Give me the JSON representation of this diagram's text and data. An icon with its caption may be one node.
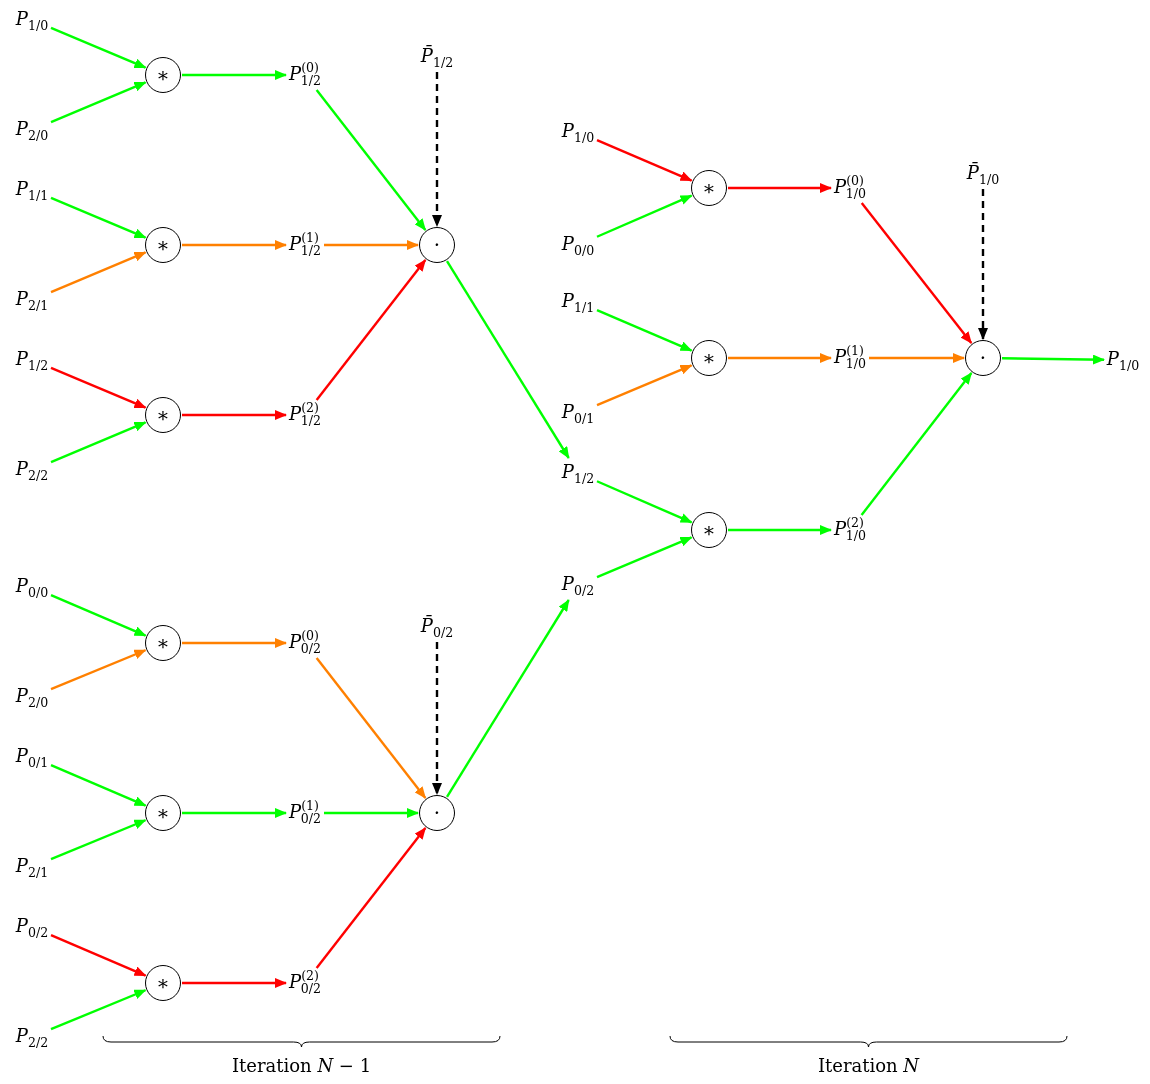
{
  "diagram": {
    "nodes": [
      {
        "text": [
          "*P*$_{1/0}$"
        ]
      },
      {
        "text": [
          "*P*$_{2/0}$"
        ]
      },
      {
        "text": [
          "∗"
        ]
      },
      {
        "text": [
          "*P*$^{(0)}$$_{1/2}$"
        ]
      },
      {
        "text": [
          "*P*$_{1/1}$"
        ]
      },
      {
        "text": [
          "*P*$_{2/1}$"
        ]
      },
      {
        "text": [
          "∗"
        ]
      },
      {
        "text": [
          "*P*$^{(1)}$$_{1/2}$"
        ]
      },
      {
        "text": [
          "*P*$_{1/2}$"
        ]
      },
      {
        "text": [
          "*P*$_{2/2}$"
        ]
      },
      {
        "text": [
          "∗"
        ]
      },
      {
        "text": [
          "*P*$^{(2)}$$_{1/2}$"
        ]
      },
      {
        "text": [
          "*P̄*$_{1/2}$"
        ]
      },
      {
        "text": [
          "·"
        ]
      },
      {
        "text": [
          "*P*$_{0/0}$"
        ]
      },
      {
        "text": [
          "*P*$_{2/0}$"
        ]
      },
      {
        "text": [
          "∗"
        ]
      },
      {
        "text": [
          "*P*$^{(0)}$$_{0/2}$"
        ]
      },
      {
        "text": [
          "*P*$_{0/1}$"
        ]
      },
      {
        "text": [
          "*P*$_{2/1}$"
        ]
      },
      {
        "text": [
          "∗"
        ]
      },
      {
        "text": [
          "*P*$^{(1)}$$_{0/2}$"
        ]
      },
      {
        "text": [
          "*P*$_{0/2}$"
        ]
      },
      {
        "text": [
          "*P*$_{2/2}$"
        ]
      },
      {
        "text": [
          "∗"
        ]
      },
      {
        "text": [
          "*P*$^{(2)}$$_{0/2}$"
        ]
      },
      {
        "text": [
          "*P̄*$_{0/2}$"
        ]
      },
      {
        "text": [
          "·"
        ]
      },
      {
        "text": [
          "*P*$_{1/0}$"
        ]
      },
      {
        "text": [
          "*P*$_{0/0}$"
        ]
      },
      {
        "text": [
          "∗"
        ]
      },
      {
        "text": [
          "*P*$^{(0)}$$_{1/0}$"
        ]
      },
      {
        "text": [
          "*P*$_{1/1}$"
        ]
      },
      {
        "text": [
          "*P*$_{0/1}$"
        ]
      },
      {
        "text": [
          "∗"
        ]
      },
      {
        "text": [
          "*P*$^{(1)}$$_{1/0}$"
        ]
      },
      {
        "text": [
          "*P*$_{1/2}$"
        ]
      },
      {
        "text": [
          "*P*$_{0/2}$"
        ]
      },
      {
        "text": [
          "∗"
        ]
      },
      {
        "text": [
          "*P*$^{(2)}$$_{1/0}$"
        ]
      },
      {
        "text": [
          "*P̄*$_{1/0}$"
        ]
      },
      {
        "text": [
          "·"
        ]
      },
      {
        "text": [
          "*P*$_{1/0}$"
        ]
      }
    ],
    "edges": [
      {
        "from": 0,
        "to": 2,
        "arrow": "to"
      },
      {
        "from": 1,
        "to": 2,
        "arrow": "to"
      },
      {
        "from": 2,
        "to": 3,
        "arrow": "to"
      },
      {
        "from": 3,
        "to": 13,
        "arrow": "to"
      },
      {
        "from": 4,
        "to": 6,
        "arrow": "to"
      },
      {
        "from": 5,
        "to": 6,
        "arrow": "to",
        "color": "#ff8000"
      },
      {
        "from": 6,
        "to": 7,
        "arrow": "to",
        "color": "#ff8000"
      },
      {
        "from": 7,
        "to": 13,
        "arrow": "to",
        "color": "#ff8000"
      },
      {
        "from": 8,
        "to": 10,
        "arrow": "to",
        "color": "#ff0000"
      },
      {
        "from": 9,
        "to": 10,
        "arrow": "to"
      },
      {
        "from": 10,
        "to": 11,
        "arrow": "to",
        "color": "#ff0000"
      },
      {
        "from": 11,
        "to": 13,
        "arrow": "to",
        "color": "#ff0000"
      },
      {
        "from": 12,
        "to": 13,
        "arrow": "to",
        "style": "dashed",
        "color": "#000000"
      },
      {
        "from": 13,
        "to": 36,
        "arrow": "to"
      },
      {
        "from": 14,
        "to": 16,
        "arrow": "to"
      },
      {
        "from": 15,
        "to": 16,
        "arrow": "to",
        "color": "#ff8000"
      },
      {
        "from": 16,
        "to": 17,
        "arrow": "to",
        "color": "#ff8000"
      },
      {
        "from": 17,
        "to": 27,
        "arrow": "to",
        "color": "#ff8000"
      },
      {
        "from": 18,
        "to": 20,
        "arrow": "to"
      },
      {
        "from": 19,
        "to": 20,
        "arrow": "to"
      },
      {
        "from": 20,
        "to": 21,
        "arrow": "to"
      },
      {
        "from": 21,
        "to": 27,
        "arrow": "to"
      },
      {
        "from": 22,
        "to": 24,
        "arrow": "to",
        "color": "#ff0000"
      },
      {
        "from": 23,
        "to": 24,
        "arrow": "to"
      },
      {
        "from": 24,
        "to": 25,
        "arrow": "to",
        "color": "#ff0000"
      },
      {
        "from": 25,
        "to": 27,
        "arrow": "to",
        "color": "#ff0000"
      },
      {
        "from": 26,
        "to": 27,
        "arrow": "to",
        "style": "dashed",
        "color": "#000000"
      },
      {
        "from": 27,
        "to": 37,
        "arrow": "to"
      },
      {
        "from": 28,
        "to": 30,
        "arrow": "to",
        "color": "#ff0000"
      },
      {
        "from": 29,
        "to": 30,
        "arrow": "to"
      },
      {
        "from": 30,
        "to": 31,
        "arrow": "to",
        "color": "#ff0000"
      },
      {
        "from": 31,
        "to": 41,
        "arrow": "to",
        "color": "#ff0000"
      },
      {
        "from": 32,
        "to": 34,
        "arrow": "to"
      },
      {
        "from": 33,
        "to": 34,
        "arrow": "to",
        "color": "#ff8000"
      },
      {
        "from": 34,
        "to": 35,
        "arrow": "to",
        "color": "#ff8000"
      },
      {
        "from": 35,
        "to": 41,
        "arrow": "to",
        "color": "#ff8000"
      },
      {
        "from": 36,
        "to": 38,
        "arrow": "to"
      },
      {
        "from": 37,
        "to": 38,
        "arrow": "to"
      },
      {
        "from": 38,
        "to": 39,
        "arrow": "to"
      },
      {
        "from": 39,
        "to": 41,
        "arrow": "to"
      },
      {
        "from": 40,
        "to": 41,
        "arrow": "to",
        "style": "dashed",
        "color": "#000000"
      },
      {
        "from": 41,
        "to": 42,
        "arrow": "to"
      }
    ],
    "labels": [
      "Iteration *N* − 1",
      "Iteration *N*"
    ]
  }
}
